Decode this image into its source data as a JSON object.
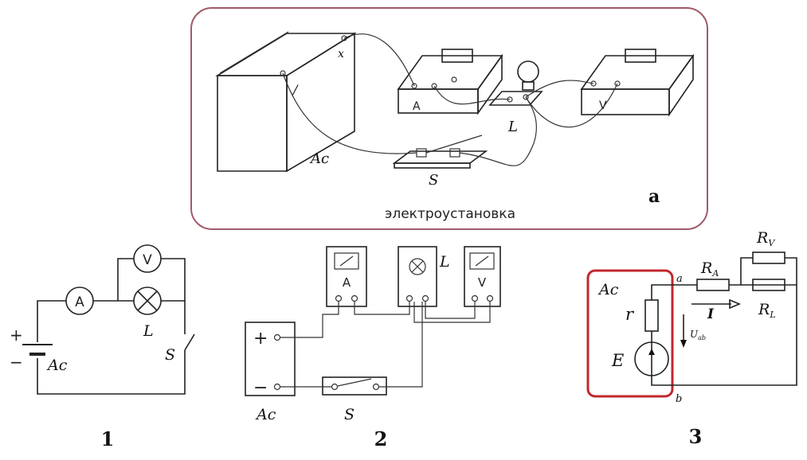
{
  "panel_a": {
    "caption": "электроустановка",
    "letter": "а",
    "labels": {
      "battery": "Ac",
      "ammeter": "A",
      "lamp": "L",
      "voltmeter": "V",
      "switch": "S",
      "plus": "x",
      "minus": "/"
    },
    "frame_color": "#a05a68"
  },
  "diagram_1": {
    "number": "1",
    "labels": {
      "ammeter": "A",
      "voltmeter": "V",
      "lamp": "L",
      "switch": "S",
      "plus": "+",
      "minus": "−",
      "battery": "Ac"
    }
  },
  "diagram_2": {
    "number": "2",
    "labels": {
      "ammeter": "A",
      "voltmeter": "V",
      "lamp": "L",
      "switch": "S",
      "plus": "+",
      "minus": "−",
      "battery": "Ac"
    }
  },
  "diagram_3": {
    "number": "3",
    "labels": {
      "source": "Ac",
      "r": "r",
      "E": "E",
      "node_a": "a",
      "node_b": "b",
      "RA": "R",
      "RA_sub": "A",
      "RV": "R",
      "RV_sub": "V",
      "RL": "R",
      "RL_sub": "L",
      "I": "I",
      "U": "U",
      "U_sub": "ab"
    },
    "frame_color": "#c0282d"
  }
}
